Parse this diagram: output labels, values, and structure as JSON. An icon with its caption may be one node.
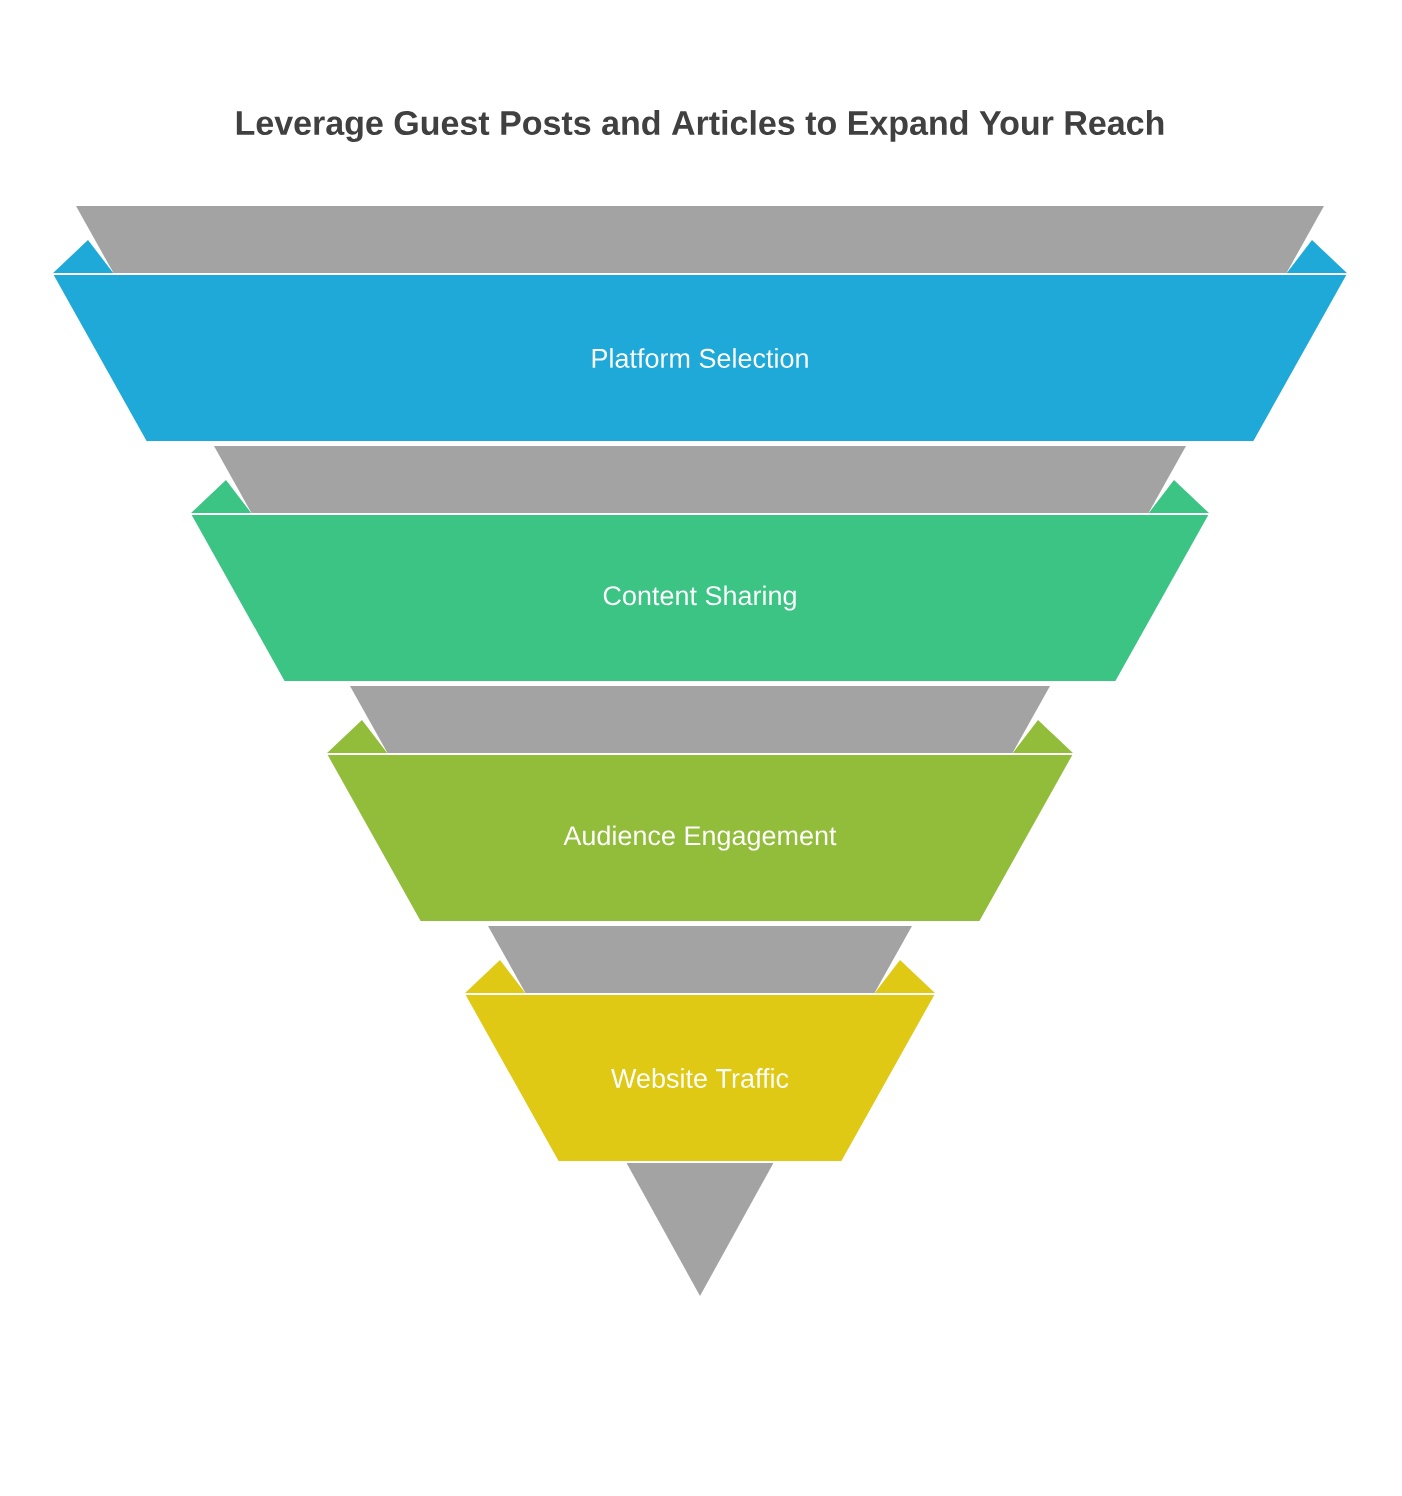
{
  "diagram": {
    "title": "Leverage Guest Posts and Articles to Expand Your Reach",
    "nodes": [
      {
        "text": [
          "Platform Selection"
        ]
      },
      {
        "text": [
          "Content Sharing"
        ]
      },
      {
        "text": [
          "Audience Engagement"
        ]
      },
      {
        "text": [
          "Website Traffic"
        ]
      }
    ]
  }
}
